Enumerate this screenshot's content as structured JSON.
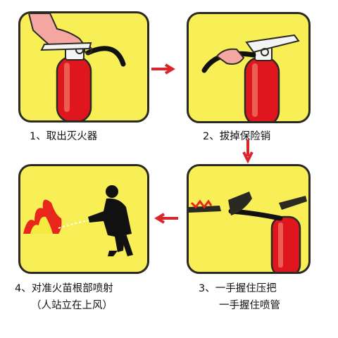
{
  "steps": [
    {
      "number": "1、",
      "text": "取出灭火器"
    },
    {
      "number": "2、",
      "text": "拔掉保险销"
    },
    {
      "number": "3、",
      "text": "一手握住压把",
      "line2": "一手握住喷管"
    },
    {
      "number": "4、",
      "text": "对准火苗根部喷射",
      "line2": "（人站立在上风）"
    }
  ],
  "colors": {
    "panel_bg": "#f8ee55",
    "extinguisher": "#e0161f",
    "arrow": "#d9262c",
    "hose": "#111111",
    "hand": "#f4a7a0",
    "fire": "#e8261b"
  },
  "icons": [
    "hand-icon",
    "extinguisher-icon",
    "flame-icon",
    "person-silhouette-icon",
    "arrow-right-icon",
    "arrow-down-icon",
    "arrow-left-icon"
  ]
}
